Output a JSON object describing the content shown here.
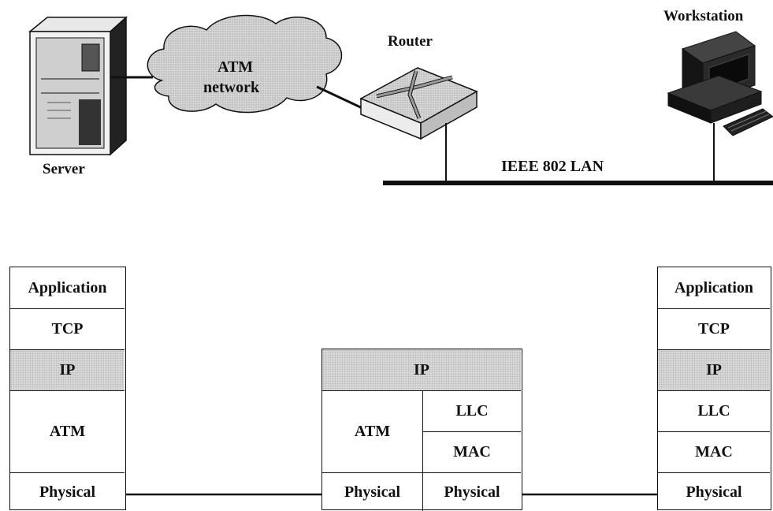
{
  "top": {
    "server_label": "Server",
    "cloud_label_line1": "ATM",
    "cloud_label_line2": "network",
    "router_label": "Router",
    "workstation_label": "Workstation",
    "lan_label": "IEEE 802 LAN"
  },
  "stacks": {
    "server": [
      "Application",
      "TCP",
      "IP",
      "ATM",
      "Physical"
    ],
    "router": {
      "ip": "IP",
      "left": [
        "ATM",
        "Physical"
      ],
      "right": [
        "LLC",
        "MAC",
        "Physical"
      ]
    },
    "workstation": [
      "Application",
      "TCP",
      "IP",
      "LLC",
      "MAC",
      "Physical"
    ]
  },
  "colors": {
    "shaded_layer": "#d9d9d9",
    "line": "#111111"
  }
}
